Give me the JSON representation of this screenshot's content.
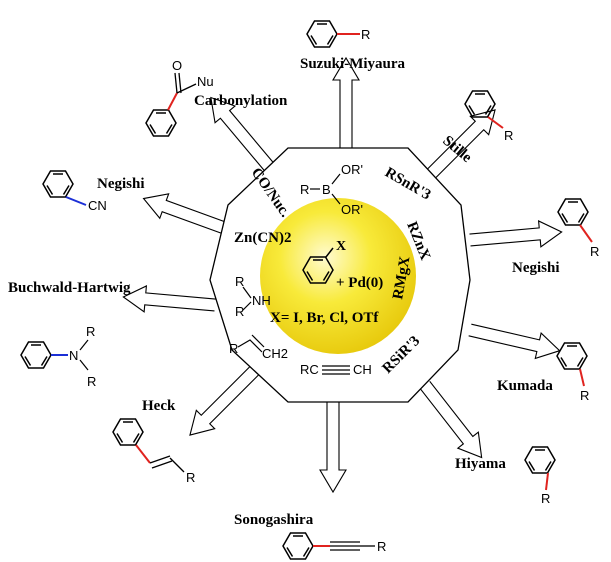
{
  "center": {
    "x_label": "X",
    "pd_label": "+ Pd(0)",
    "halide_label": "X= I, Br, Cl, OTf",
    "color": "#f7e21c"
  },
  "reagents": {
    "co_nuc": "CO/Nuc.",
    "borane_r": "R",
    "borane_b": "B",
    "borane_or1": "OR'",
    "borane_or2": "OR'",
    "stannane": "RSnR'3",
    "zinc": "RZnX",
    "grignard": "RMgX",
    "silane": "RSiR'3",
    "alkyne_rc": "RC",
    "alkyne_ch": "CH",
    "alkene_r": "R",
    "alkene_ch2": "CH2",
    "amine_r1": "R",
    "amine_r2": "R",
    "amine_nh": "NH",
    "cyanide": "Zn(CN)2"
  },
  "reactions": {
    "suzuki": "Suzuki-Miyaura",
    "stille": "Stille",
    "negishi_right": "Negishi",
    "kumada": "Kumada",
    "hiyama": "Hiyama",
    "sonogashira": "Sonogashira",
    "heck": "Heck",
    "buchwald": "Buchwald-Hartwig",
    "negishi_left": "Negishi",
    "carbonylation": "Carbonylation"
  },
  "products": {
    "suzuki_r": "R",
    "stille_r": "R",
    "negishi_r": "R",
    "kumada_r": "R",
    "hiyama_r": "R",
    "sonogashira_r": "R",
    "heck_r": "R",
    "amine_n": "N",
    "amine_r1": "R",
    "amine_r2": "R",
    "nitrile_cn": "CN",
    "ketone_o": "O",
    "ketone_nu": "Nu"
  },
  "colors": {
    "new_bond": "#e0231f",
    "cn_bond": "#1b2fd6",
    "nitrogen_bond": "#1b2fd6"
  }
}
